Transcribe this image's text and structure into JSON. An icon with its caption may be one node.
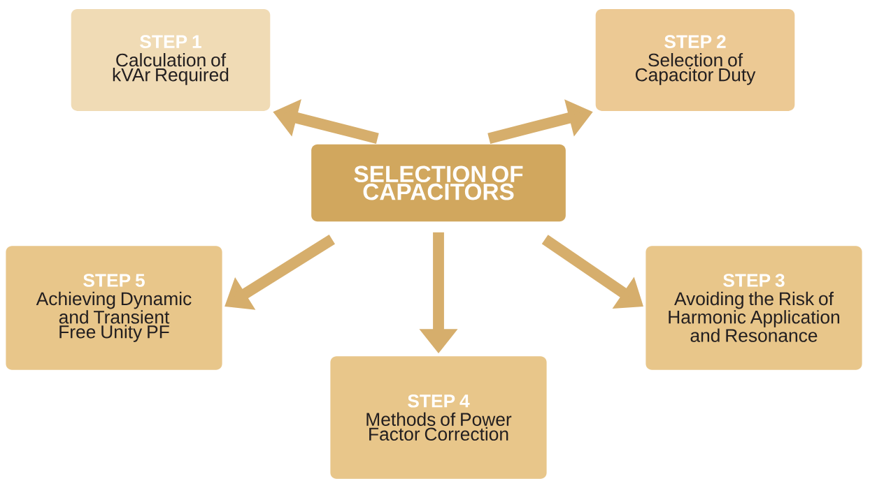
{
  "diagram": {
    "nodes": [
      {
        "text": [
          "SELECTION OF CAPACITORS"
        ]
      },
      {
        "text": [
          "STEP 1",
          "Calculation of kVAr Required"
        ]
      },
      {
        "text": [
          "STEP 2",
          "Selection of Capacitor Duty"
        ]
      },
      {
        "text": [
          "STEP 3",
          "Avoiding the Risk of Harmonic Application and Resonance"
        ]
      },
      {
        "text": [
          "STEP 4",
          "Methods of Power Factor Correction"
        ]
      },
      {
        "text": [
          "STEP 5",
          "Achieving Dynamic and Transient Free Unity PF"
        ]
      }
    ],
    "edges": [
      {
        "from": 0,
        "to": 1,
        "arrow": "to"
      },
      {
        "from": 0,
        "to": 2,
        "arrow": "to"
      },
      {
        "from": 0,
        "to": 3,
        "arrow": "to"
      },
      {
        "from": 0,
        "to": 4,
        "arrow": "to"
      },
      {
        "from": 0,
        "to": 5,
        "arrow": "to"
      }
    ]
  }
}
